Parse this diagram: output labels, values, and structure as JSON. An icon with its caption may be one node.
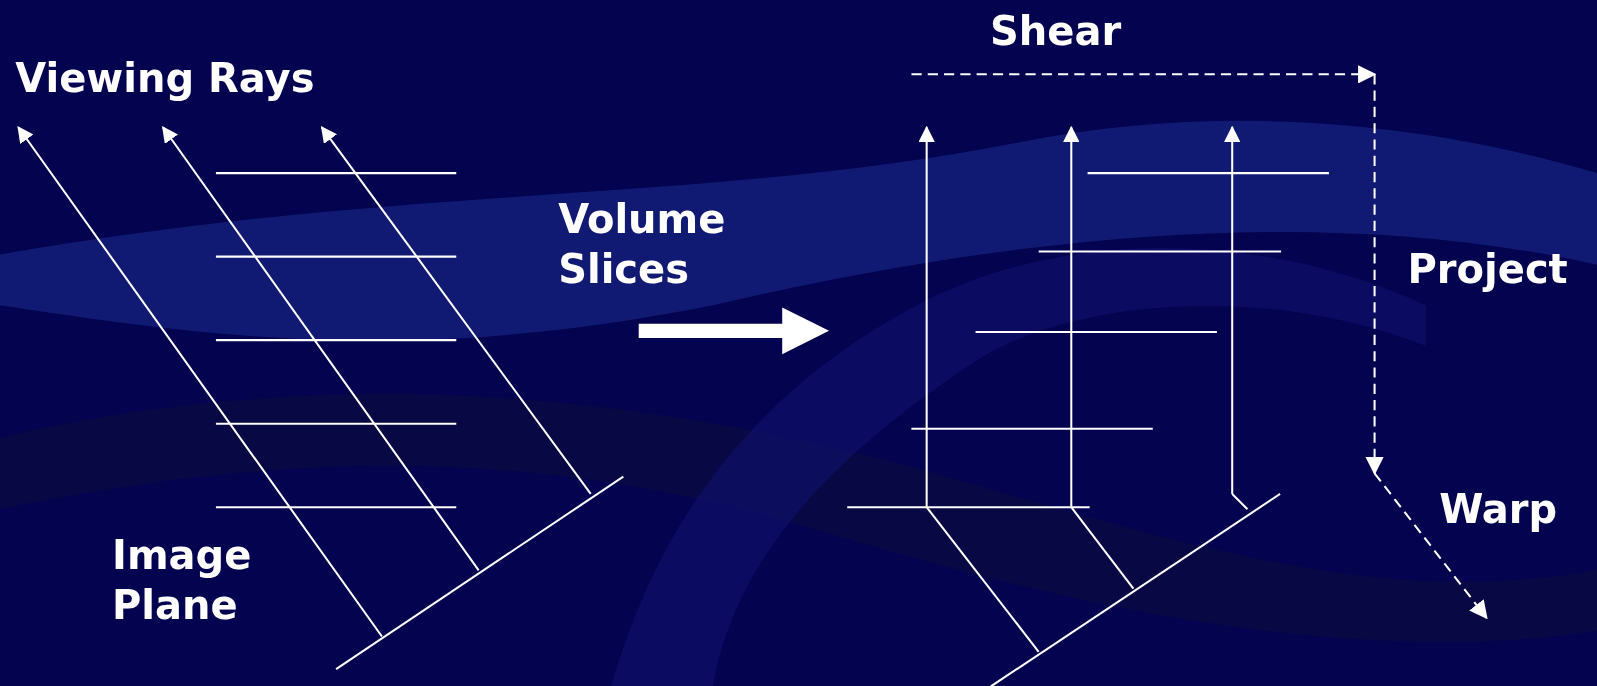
{
  "diagram": {
    "nodes": [
      {
        "text": [],
        "shape": "picture"
      },
      {
        "text": [],
        "shape": "picture"
      }
    ],
    "edges": [
      {
        "from": 0,
        "to": 1,
        "arrow": "to",
        "style": "thick"
      }
    ],
    "labels": [
      "Viewing Rays",
      "Shear",
      "Volume Slices",
      "Project",
      "Image Plane",
      "Warp"
    ]
  }
}
